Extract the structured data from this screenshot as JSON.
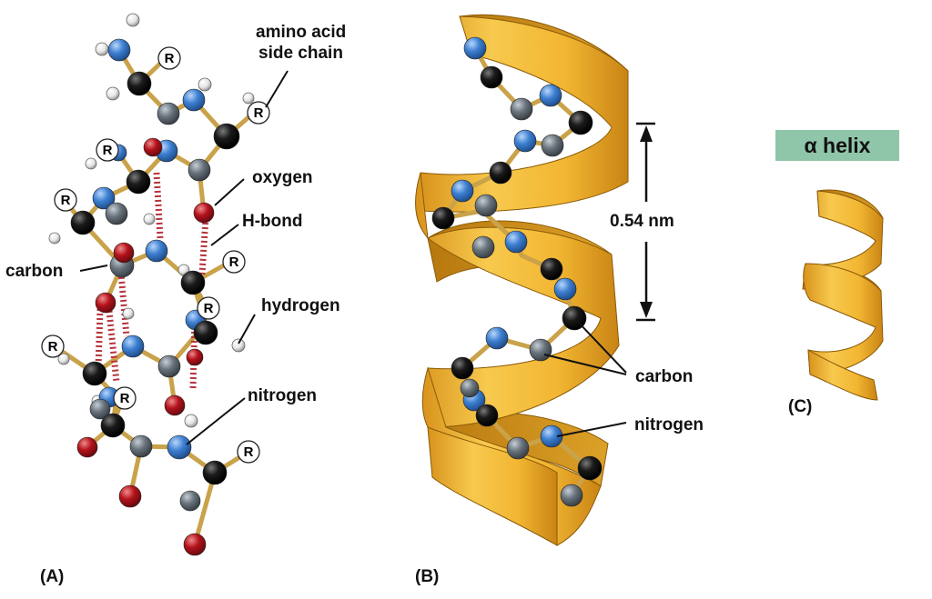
{
  "panel_a": {
    "label": "(A)",
    "side_chain_symbol": "R",
    "labels": {
      "side_chain_line1": "amino acid",
      "side_chain_line2": "side chain",
      "oxygen": "oxygen",
      "h_bond": "H-bond",
      "carbon": "carbon",
      "hydrogen": "hydrogen",
      "nitrogen": "nitrogen"
    }
  },
  "panel_b": {
    "label": "(B)",
    "pitch": "0.54 nm",
    "carbon": "carbon",
    "nitrogen": "nitrogen"
  },
  "panel_c": {
    "label": "(C)",
    "title": "α helix"
  },
  "colors": {
    "carbon": "#151515",
    "carbon_alpha": "#5b6670",
    "nitrogen": "#3d7fd1",
    "oxygen": "#b3121b",
    "hydrogen": "#f4f4f4",
    "ribbon": "#f2b632",
    "title_bar": "#8fc5a8",
    "hbond": "#b8333c"
  }
}
